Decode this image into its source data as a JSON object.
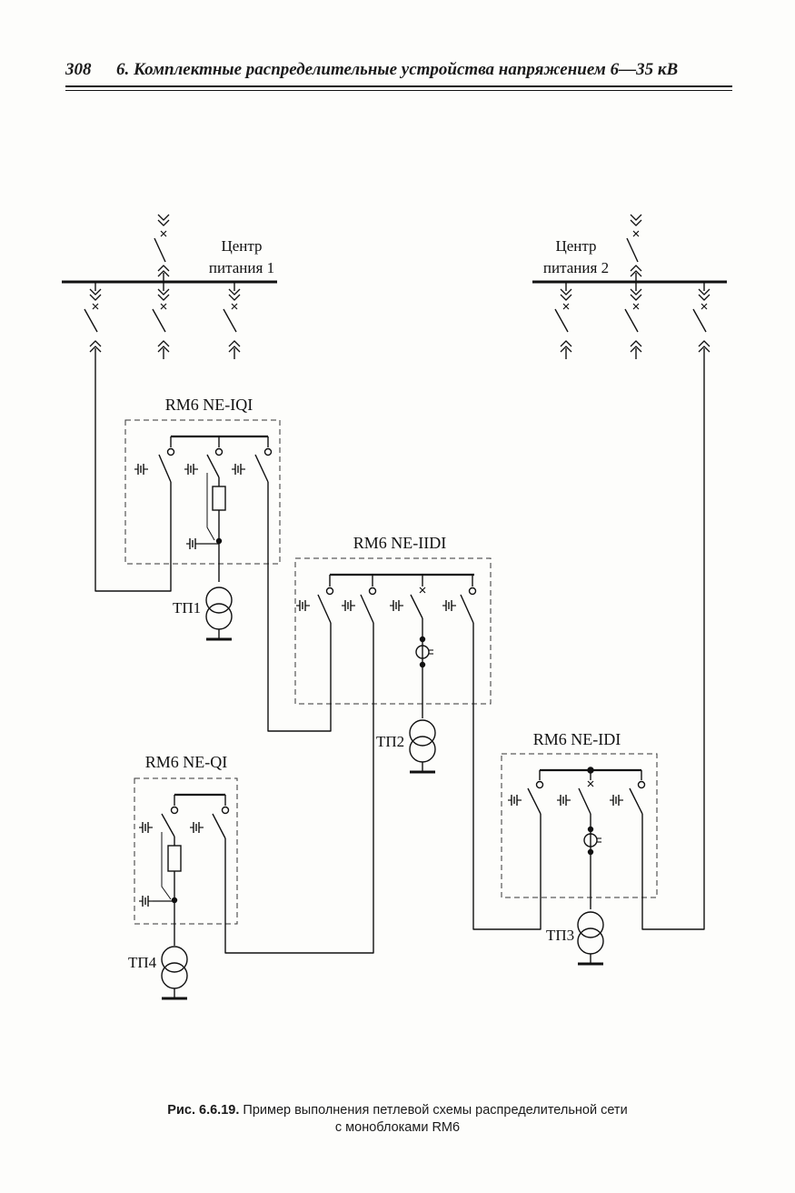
{
  "header": {
    "page_number": "308",
    "running_title": "6. Комплектные распределительные устройства напряжением 6—35 кВ"
  },
  "diagram": {
    "source1_label": [
      "Центр",
      "питания 1"
    ],
    "source2_label": [
      "Центр",
      "питания 2"
    ],
    "units": {
      "iqi": "RM6 NE-IQI",
      "iidi": "RM6 NE-IIDI",
      "qi": "RM6 NE-QI",
      "idi": "RM6 NE-IDI"
    },
    "substations": {
      "tp1": "ТП1",
      "tp2": "ТП2",
      "tp3": "ТП3",
      "tp4": "ТП4"
    }
  },
  "caption": {
    "label": "Рис. 6.6.19.",
    "text_line1": "Пример выполнения петлевой схемы распределительной сети",
    "text_line2": "с моноблоками RM6"
  }
}
